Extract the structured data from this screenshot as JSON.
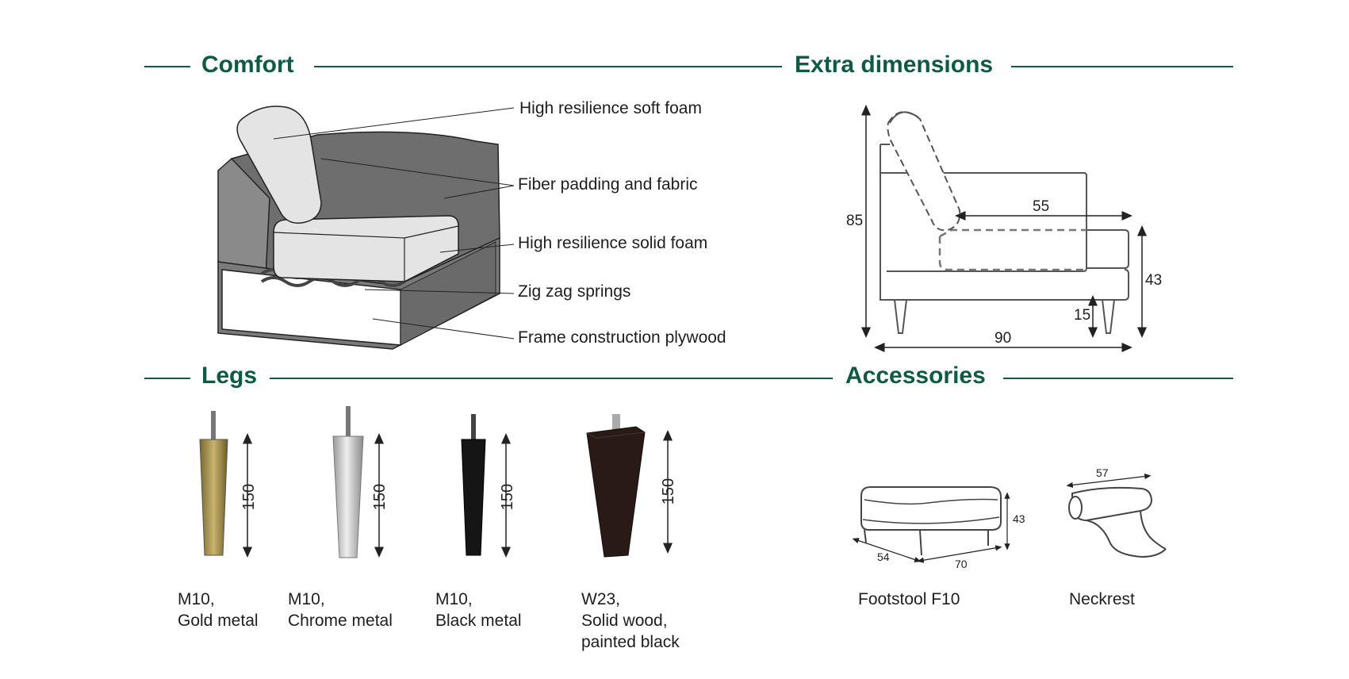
{
  "sections": {
    "comfort": "Comfort",
    "extra_dimensions": "Extra dimensions",
    "legs": "Legs",
    "accessories": "Accessories"
  },
  "comfort_labels": [
    "High resilience soft foam",
    "Fiber padding and fabric",
    "High resilience solid foam",
    "Zig zag springs",
    "Frame construction plywood"
  ],
  "dimensions": {
    "height": "85",
    "seat_depth": "55",
    "seat_height": "43",
    "leg_height": "15",
    "depth": "90"
  },
  "legs": [
    {
      "size": "150",
      "line1": "M10,",
      "line2": "Gold metal",
      "line3": "",
      "color": "#b8a05a"
    },
    {
      "size": "150",
      "line1": "M10,",
      "line2": "Chrome metal",
      "line3": "",
      "color": "#c9c9c9"
    },
    {
      "size": "150",
      "line1": "M10,",
      "line2": "Black metal",
      "line3": "",
      "color": "#1c1c1c"
    },
    {
      "size": "150",
      "line1": "W23,",
      "line2": "Solid wood,",
      "line3": "painted black",
      "color": "#2a1a17"
    }
  ],
  "accessories": {
    "footstool": {
      "name": "Footstool F10",
      "height": "43",
      "depth": "54",
      "width": "70"
    },
    "neckrest": {
      "name": "Neckrest",
      "width": "57"
    }
  },
  "colors": {
    "accent": "#0e5b45"
  }
}
